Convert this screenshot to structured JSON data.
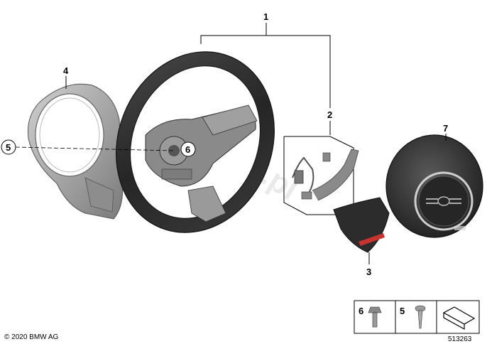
{
  "callouts": {
    "c1": "1",
    "c2": "2",
    "c3": "3",
    "c4": "4",
    "c5": "5",
    "c6": "6",
    "c7": "7"
  },
  "legend": {
    "item6": "6",
    "item5": "5"
  },
  "copyright": "© 2020 BMW AG",
  "diagram_number": "513263",
  "watermark": "BMWstore.pl",
  "colors": {
    "wheel_dark": "#2f2f2f",
    "part_gray": "#a9a9a9",
    "airbag_dark": "#3a3a3a"
  }
}
